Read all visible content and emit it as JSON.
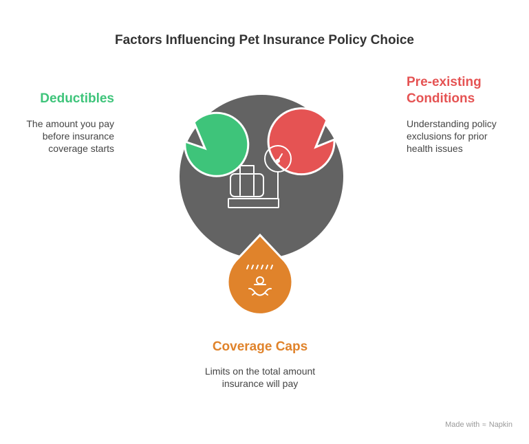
{
  "title": "Factors Influencing Pet Insurance Policy Choice",
  "factors": [
    {
      "heading": "Deductibles",
      "description": "The amount you pay before insurance coverage starts",
      "color": "#3ec47a",
      "icon": "money-hand-icon"
    },
    {
      "heading": "Pre-existing Conditions",
      "description": "Understanding policy exclusions for prior health issues",
      "color": "#e55353",
      "icon": "medical-chart-icon"
    },
    {
      "heading": "Coverage Caps",
      "description": "Limits on the total amount insurance will pay",
      "color": "#e0832b",
      "icon": "person-rain-icon"
    }
  ],
  "center": {
    "color": "#636363",
    "icon": "luggage-scale-icon"
  },
  "branding": {
    "made_with": "Made with",
    "name": "Napkin"
  }
}
